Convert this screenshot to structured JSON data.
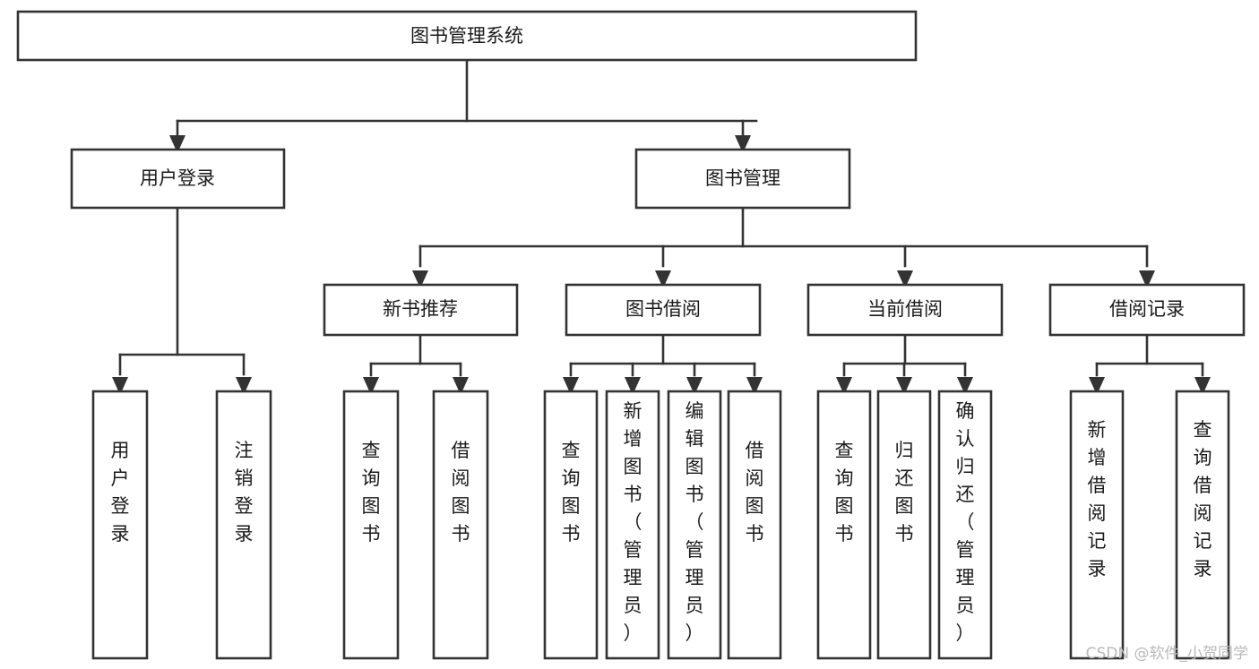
{
  "diagram": {
    "title": "图书管理系统",
    "type": "hierarchy-tree",
    "orientation": "top-down",
    "colors": {
      "stroke": "#333333",
      "fill": "#ffffff",
      "text": "#1a1a1a",
      "watermark": "#b9b9b9",
      "background": "#ffffff"
    },
    "watermark": "CSDN @软件_小贺同学",
    "levels": {
      "root": {
        "label": "图书管理系统"
      },
      "level2": [
        {
          "id": "user-login",
          "label": "用户登录"
        },
        {
          "id": "book-management",
          "label": "图书管理"
        }
      ],
      "level3": [
        {
          "id": "new-book-recommend",
          "label": "新书推荐",
          "parent": "book-management"
        },
        {
          "id": "book-borrow",
          "label": "图书借阅",
          "parent": "book-management"
        },
        {
          "id": "current-borrow",
          "label": "当前借阅",
          "parent": "book-management"
        },
        {
          "id": "borrow-record",
          "label": "借阅记录",
          "parent": "book-management"
        }
      ],
      "leaves": [
        {
          "id": "leaf-user-login",
          "label": "用户登录",
          "parent": "user-login"
        },
        {
          "id": "leaf-logout-login",
          "label": "注销登录",
          "parent": "user-login"
        },
        {
          "id": "leaf-query-book-1",
          "label": "查询图书",
          "parent": "new-book-recommend"
        },
        {
          "id": "leaf-borrow-book-1",
          "label": "借阅图书",
          "parent": "new-book-recommend"
        },
        {
          "id": "leaf-query-book-2",
          "label": "查询图书",
          "parent": "book-borrow"
        },
        {
          "id": "leaf-add-book",
          "label": "新增图书（管理员）",
          "parent": "book-borrow"
        },
        {
          "id": "leaf-edit-book",
          "label": "编辑图书（管理员）",
          "parent": "book-borrow"
        },
        {
          "id": "leaf-borrow-book-2",
          "label": "借阅图书",
          "parent": "book-borrow"
        },
        {
          "id": "leaf-query-book-3",
          "label": "查询图书",
          "parent": "current-borrow"
        },
        {
          "id": "leaf-return-book",
          "label": "归还图书",
          "parent": "current-borrow"
        },
        {
          "id": "leaf-confirm-return",
          "label": "确认归还（管理员）",
          "parent": "current-borrow"
        },
        {
          "id": "leaf-add-record",
          "label": "新增借阅记录",
          "parent": "borrow-record"
        },
        {
          "id": "leaf-query-record",
          "label": "查询借阅记录",
          "parent": "borrow-record"
        }
      ]
    }
  }
}
